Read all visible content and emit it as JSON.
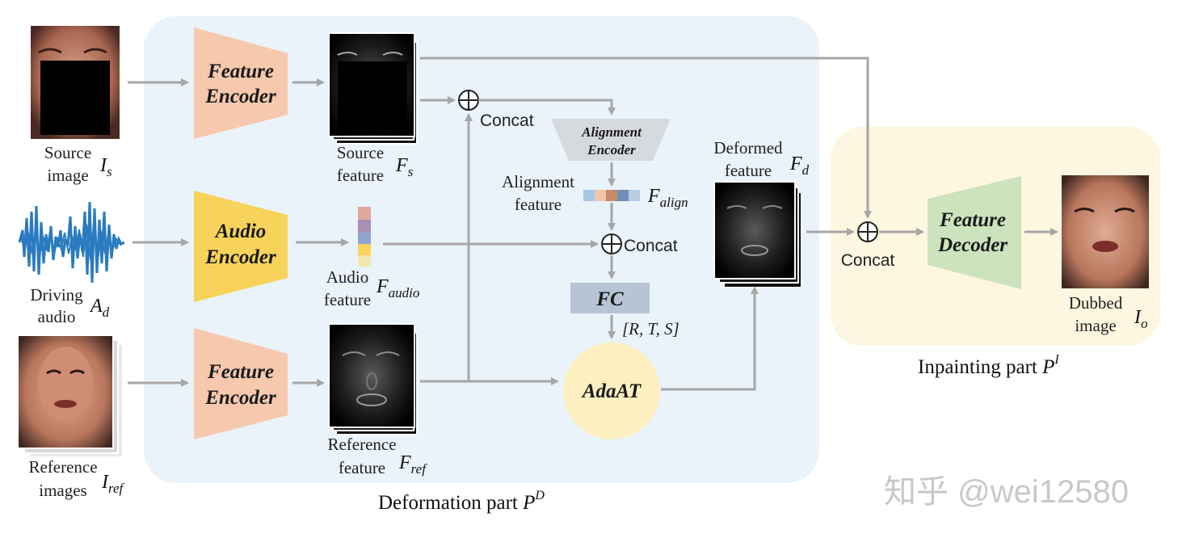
{
  "parts": {
    "deformation": "Deformation part ",
    "deformation_symbol": "P",
    "deformation_sup": "D",
    "inpainting": "Inpainting part ",
    "inpainting_symbol": "P",
    "inpainting_sup": "I"
  },
  "inputs": {
    "source": {
      "line1": "Source",
      "line2": "image",
      "symbol": "I",
      "sub": "s"
    },
    "audio": {
      "line1": "Driving",
      "line2": "audio",
      "symbol": "A",
      "sub": "d"
    },
    "reference": {
      "line1": "Reference",
      "line2": "images",
      "symbol": "I",
      "sub": "ref"
    }
  },
  "blocks": {
    "feature_encoder_top": {
      "line1": "Feature",
      "line2": "Encoder"
    },
    "audio_encoder": {
      "line1": "Audio",
      "line2": "Encoder"
    },
    "feature_encoder_bottom": {
      "line1": "Feature",
      "line2": "Encoder"
    },
    "alignment_encoder": {
      "line1": "Alignment",
      "line2": "Encoder"
    },
    "fc": "FC",
    "adaat": "AdaAT",
    "feature_decoder": {
      "line1": "Feature",
      "line2": "Decoder"
    }
  },
  "features": {
    "source": {
      "line1": "Source",
      "line2": "feature",
      "symbol": "F",
      "sub": "s"
    },
    "audio": {
      "line1": "Audio",
      "line2": "feature",
      "symbol": "F",
      "sub": "audio"
    },
    "reference": {
      "line1": "Reference",
      "line2": "feature",
      "symbol": "F",
      "sub": "ref"
    },
    "alignment": {
      "line1": "Alignment",
      "line2": "feature",
      "symbol": "F",
      "sub": "align"
    },
    "deformed": {
      "line1": "Deformed",
      "line2": "feature",
      "symbol": "F",
      "sub": "d"
    }
  },
  "ops": {
    "concat1": "Concat",
    "concat2": "Concat",
    "concat3": "Concat",
    "rts": "[R,  T,  S]"
  },
  "output": {
    "line1": "Dubbed",
    "line2": "image",
    "symbol": "I",
    "sub": "o"
  },
  "watermark": "知乎 @wei12580",
  "colors": {
    "deformation_bg": "#eaf2fa",
    "inpainting_bg": "#fdf6e0",
    "feature_encoder": "#f6c8ad",
    "audio_encoder": "#f7d35b",
    "alignment_encoder": "#d6d9de",
    "fc": "#b6c4d6",
    "adaat": "#fdefc0",
    "feature_decoder": "#cce3bd",
    "arrow": "#a6a6a6"
  }
}
